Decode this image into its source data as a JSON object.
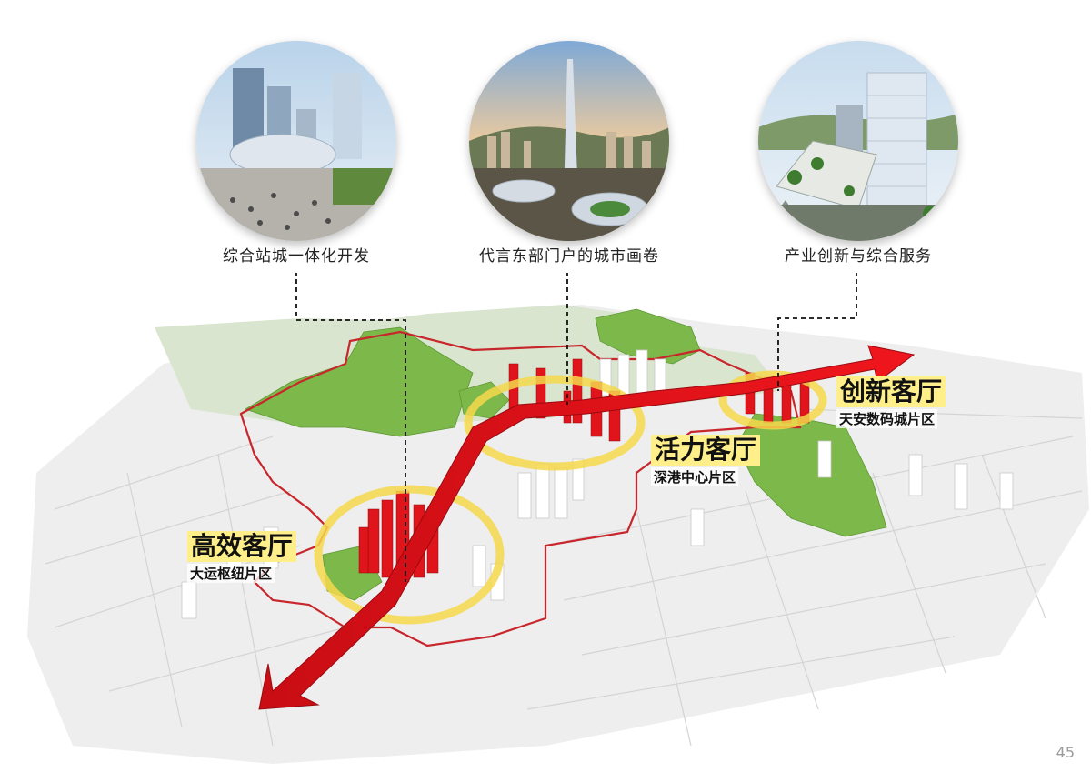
{
  "photos": [
    {
      "caption": "综合站城一体化开发",
      "icon": "station-photo"
    },
    {
      "caption": "代言东部门户的城市画卷",
      "icon": "tower-photo"
    },
    {
      "caption": "产业创新与综合服务",
      "icon": "business-park-photo"
    }
  ],
  "districts": [
    {
      "title": "高效客厅",
      "subtitle": "大运枢纽片区"
    },
    {
      "title": "活力客厅",
      "subtitle": "深港中心片区"
    },
    {
      "title": "创新客厅",
      "subtitle": "天安数码城片区"
    }
  ],
  "page_number": "45",
  "colors": {
    "axis_red": "#e0141b",
    "ring_yellow": "#f5d84c",
    "green": "#7dbb4a",
    "boundary": "#c8262b"
  }
}
